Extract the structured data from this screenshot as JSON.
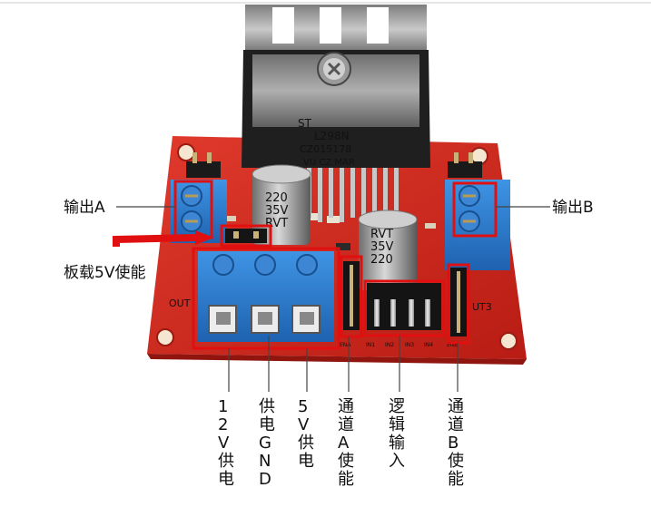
{
  "labels": {
    "out_a": "输出A",
    "out_b": "输出B",
    "onboard_5v": "板载5V使能",
    "v12_supply": "12V供电",
    "gnd_supply": "供电GND",
    "v5_supply": "5V供电",
    "channel_a_enable": "通道A使能",
    "logic_input": "逻辑输入",
    "channel_b_enable": "通道B使能"
  },
  "chip": {
    "logo": "ST",
    "model": "L298N",
    "line2": "CZ015178",
    "line3": "VU CZ MAR"
  },
  "capacitors": {
    "left": {
      "value": "220",
      "voltage": "35V",
      "series": "RVT"
    },
    "right": {
      "value": "220",
      "voltage": "35V",
      "series": "RVT"
    }
  },
  "silkscreen": {
    "out_left": "OUT",
    "out_right": "UT3",
    "pins": [
      "ENA",
      "IN1",
      "IN2",
      "IN3",
      "IN4",
      "ENB"
    ]
  },
  "colors": {
    "board": "#d42a1e",
    "highlight": "#e01010",
    "terminal": "#2a7fd1",
    "heatsink": "#222222"
  }
}
